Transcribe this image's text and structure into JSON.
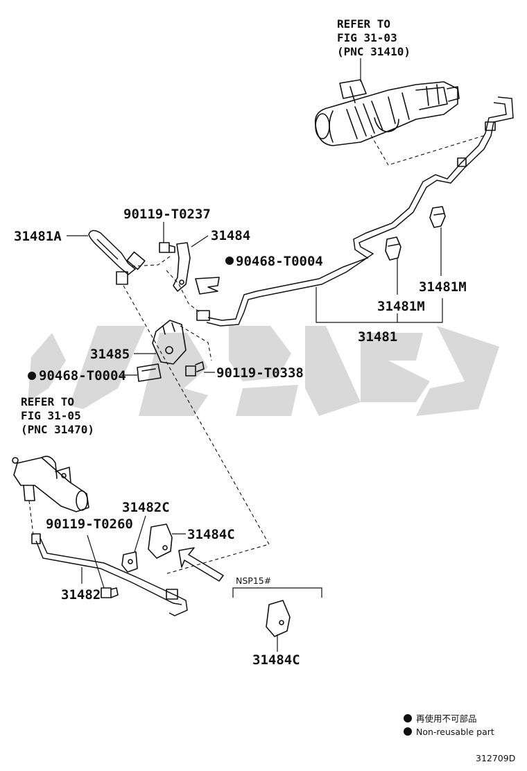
{
  "labels": {
    "refer_top": [
      "REFER TO",
      "FIG 31-03",
      "(PNC 31410)"
    ],
    "refer_left": [
      "REFER TO",
      "FIG 31-05",
      "(PNC 31470)"
    ],
    "p_31481A": "31481A",
    "p_90119_T0237": "90119-T0237",
    "p_31484": "31484",
    "p_90468_a": "90468-T0004",
    "p_31481M_right": "31481M",
    "p_31481M_mid": "31481M",
    "p_31481": "31481",
    "p_31485": "31485",
    "p_90468_b": "90468-T0004",
    "p_90119_T0338": "90119-T0338",
    "p_31482C": "31482C",
    "p_90119_T0260": "90119-T0260",
    "p_31484C_a": "31484C",
    "p_31482": "31482",
    "p_NSP15": "NSP15#",
    "p_31484C_b": "31484C"
  },
  "legend": {
    "jp": "再使用不可部品",
    "en": "Non-reusable part"
  },
  "figure_code": "312709D",
  "colors": {
    "line": "#111111",
    "watermark": "#d9d9d9",
    "background": "#ffffff"
  }
}
